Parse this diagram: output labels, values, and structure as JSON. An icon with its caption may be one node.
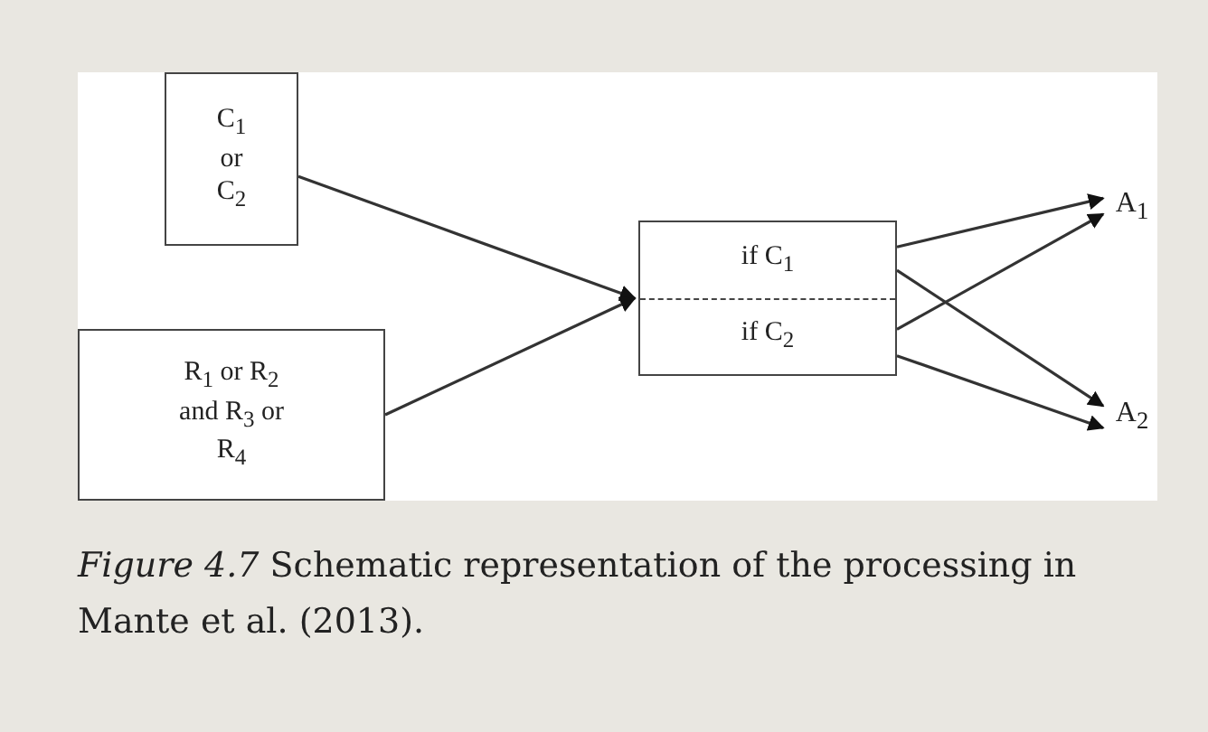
{
  "diagram": {
    "caption": "*Figure 4.7* Schematic representation of the processing in Mante et al. (2013).",
    "nodes": [
      {
        "text": [
          "C$_{1}$ or C$_{2}$"
        ]
      },
      {
        "text": [
          "R$_{1}$ or R$_{2}$ and R$_{3}$ or R$_{4}$"
        ]
      },
      {
        "text": [
          "if C$_{1}$",
          "if C$_{2}$"
        ]
      },
      {
        "text": [
          "A$_{1}$"
        ]
      },
      {
        "text": [
          "A$_{2}$"
        ]
      }
    ],
    "edges": [
      {
        "from": 0,
        "to": 2,
        "arrow": "to"
      },
      {
        "from": 1,
        "to": 2,
        "arrow": "to"
      },
      {
        "from": 2,
        "to": 3,
        "arrow": "to"
      },
      {
        "from": 2,
        "to": 4,
        "arrow": "to"
      },
      {
        "from": 2,
        "to": 3,
        "arrow": "to"
      },
      {
        "from": 2,
        "to": 4,
        "arrow": "to"
      }
    ]
  }
}
